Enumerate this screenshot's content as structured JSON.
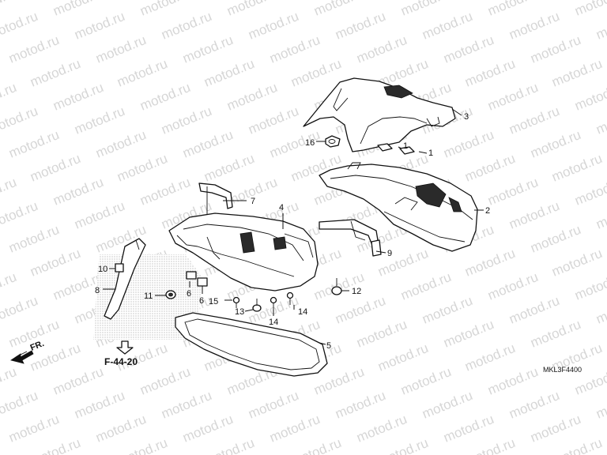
{
  "watermark": "motod.ru",
  "diagram_code": "MKL3F4400",
  "reference": "F-44-20",
  "direction_label": "FR.",
  "callouts": [
    "1",
    "1",
    "2",
    "3",
    "4",
    "5",
    "6",
    "6",
    "7",
    "8",
    "9",
    "10",
    "11",
    "12",
    "13",
    "14",
    "14",
    "15",
    "16"
  ]
}
